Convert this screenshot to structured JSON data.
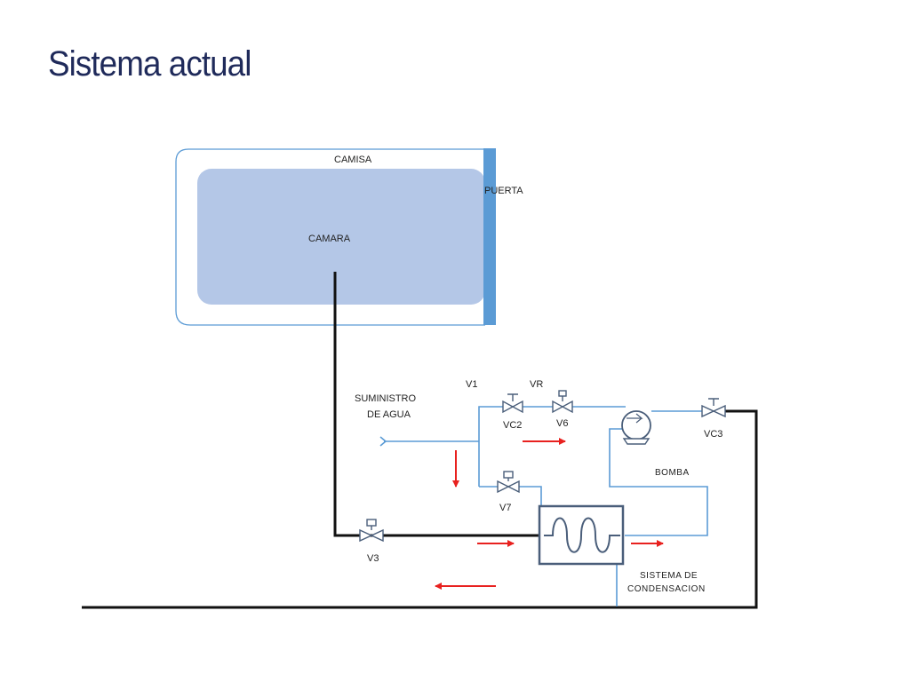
{
  "title": "Sistema actual",
  "labels": {
    "camisa": "CAMISA",
    "puerta": "PUERTA",
    "camara": "CAMARA",
    "suministro_line1": "SUMINISTRO",
    "suministro_line2": "DE AGUA",
    "v1": "V1",
    "vr": "VR",
    "vc2": "VC2",
    "v6": "V6",
    "vc3": "VC3",
    "bomba": "BOMBA",
    "v7": "V7",
    "v3": "V3",
    "condensacion_line1": "SISTEMA DE",
    "condensacion_line2": "CONDENSACION"
  },
  "colors": {
    "title": "#1f2a5a",
    "chamber_fill": "#b4c7e7",
    "door": "#5b9bd5",
    "water_pipe": "#5b9bd5",
    "steam_pipe": "#111111",
    "flow_arrow": "#e8211f",
    "valve": "#4a5e7a"
  }
}
